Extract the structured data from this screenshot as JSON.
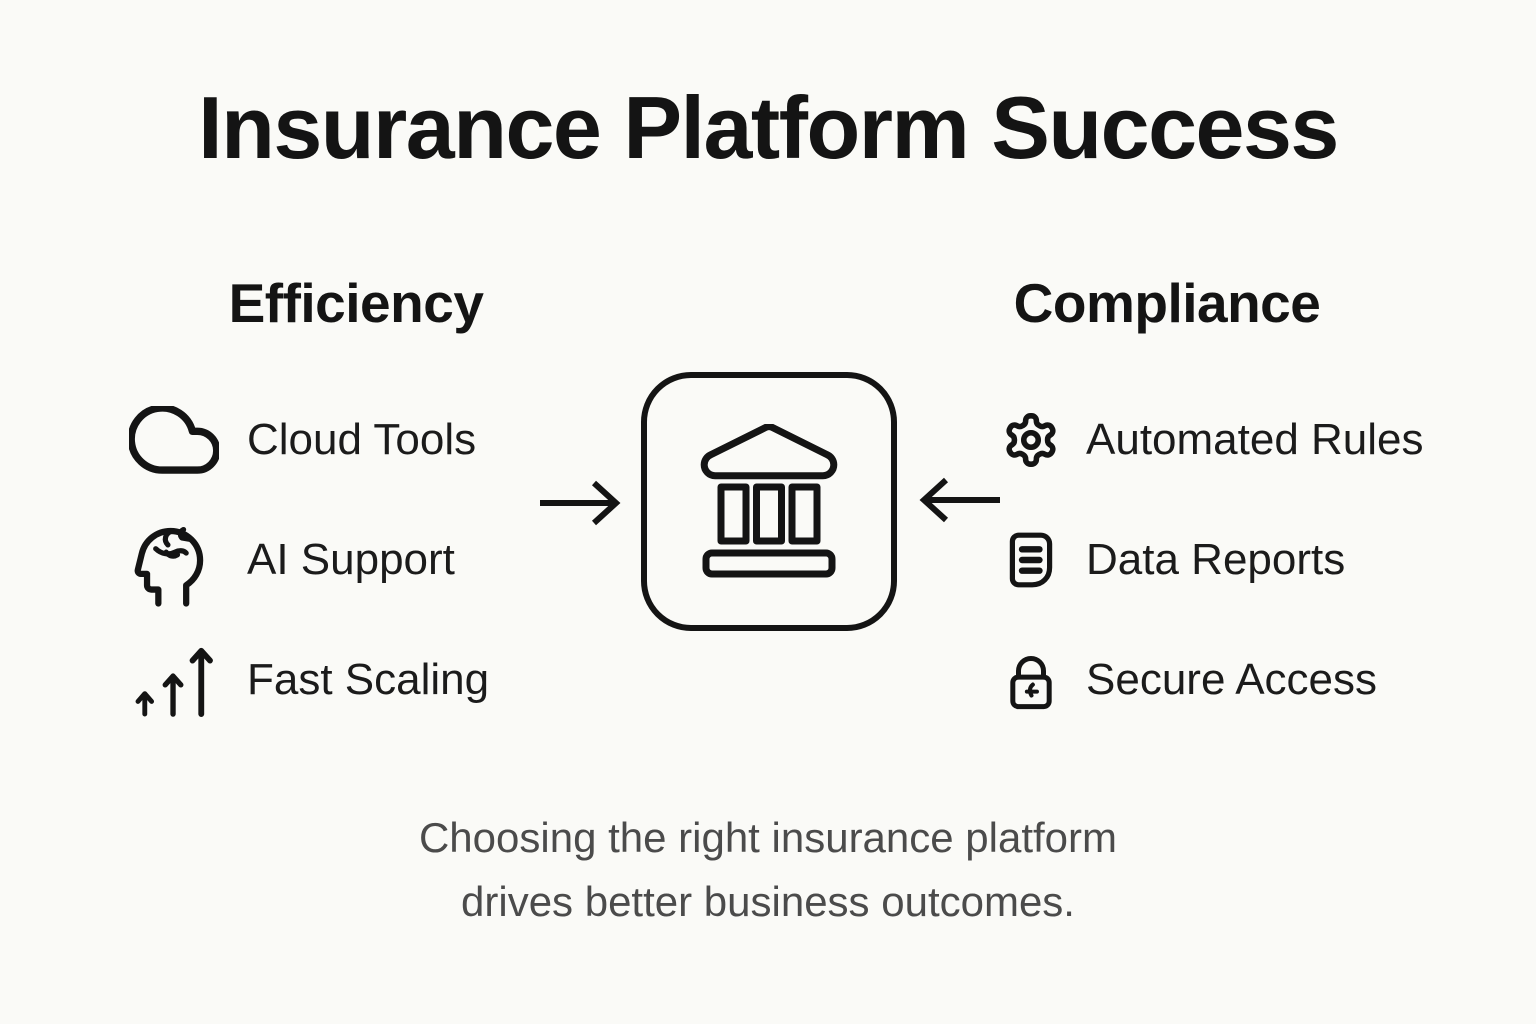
{
  "page": {
    "title": "Insurance Platform Success",
    "background": "#fafaf7",
    "ink_color": "#141414",
    "caption_color": "#4b4b4b"
  },
  "left_column": {
    "heading": "Efficiency",
    "items": [
      {
        "icon": "cloud-icon",
        "label": "Cloud Tools"
      },
      {
        "icon": "ai-head-icon",
        "label": "AI Support"
      },
      {
        "icon": "growth-arrows-icon",
        "label": "Fast Scaling"
      }
    ]
  },
  "right_column": {
    "heading": "Compliance",
    "items": [
      {
        "icon": "gear-icon",
        "label": "Automated Rules"
      },
      {
        "icon": "document-icon",
        "label": "Data Reports"
      },
      {
        "icon": "lock-icon",
        "label": "Secure Access"
      }
    ]
  },
  "center": {
    "icon": "bank-building-icon",
    "left_connector": "arrow-right-icon",
    "right_connector": "arrow-left-icon"
  },
  "caption": {
    "line1": "Choosing the right insurance platform",
    "line2": "drives better business outcomes."
  }
}
